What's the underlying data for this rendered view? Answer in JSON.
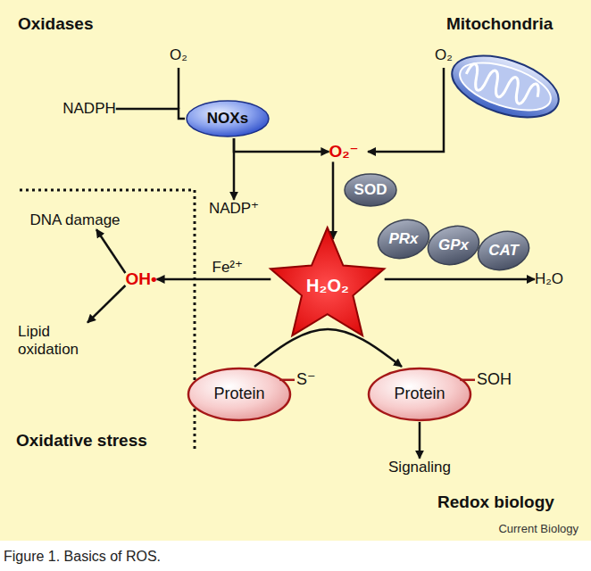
{
  "diagram": {
    "caption": "Figure 1. Basics of ROS.",
    "nodes": [
      {
        "text": [
          "NADPH"
        ]
      },
      {
        "text": [
          "NOXs"
        ]
      },
      {
        "text": [
          "O₂⁻"
        ]
      },
      {
        "text": [
          "SOD"
        ]
      },
      {
        "text": [
          "NADP⁺"
        ]
      },
      {
        "text": [
          "DNA damage"
        ]
      },
      {
        "text": [
          "PRx"
        ]
      },
      {
        "text": [
          "GPx"
        ]
      },
      {
        "text": [
          "CAT"
        ]
      },
      {
        "text": [
          "OH•"
        ]
      },
      {
        "text": [
          "H₂O₂"
        ]
      },
      {
        "text": [
          "H₂O"
        ]
      },
      {
        "text": [
          "Lipid oxidation"
        ]
      },
      {
        "text": [
          "Protein",
          "S⁻"
        ]
      },
      {
        "text": [
          "Protein",
          "SOH"
        ]
      },
      {
        "text": [
          "Signaling"
        ]
      }
    ],
    "edges": [
      {
        "from": 0,
        "to": 1,
        "arrow": "none"
      },
      {
        "from": 1,
        "to": 2,
        "arrow": "to"
      },
      {
        "from": 1,
        "to": 4,
        "arrow": "to"
      },
      {
        "from": 2,
        "to": 10,
        "arrow": "to"
      },
      {
        "from": 10,
        "to": 9,
        "label": "Fe²⁺",
        "arrow": "to"
      },
      {
        "from": 10,
        "to": 11,
        "arrow": "to"
      },
      {
        "from": 9,
        "to": 5,
        "arrow": "to"
      },
      {
        "from": 9,
        "to": 12,
        "arrow": "to"
      },
      {
        "from": 13,
        "to": 14,
        "arrow": "to"
      },
      {
        "from": 14,
        "to": 15,
        "arrow": "to"
      }
    ],
    "labels": [
      "Oxidases",
      "Mitochondria",
      "O₂",
      "O₂",
      "Oxidative stress",
      "Redox biology",
      "Current Biology"
    ]
  }
}
